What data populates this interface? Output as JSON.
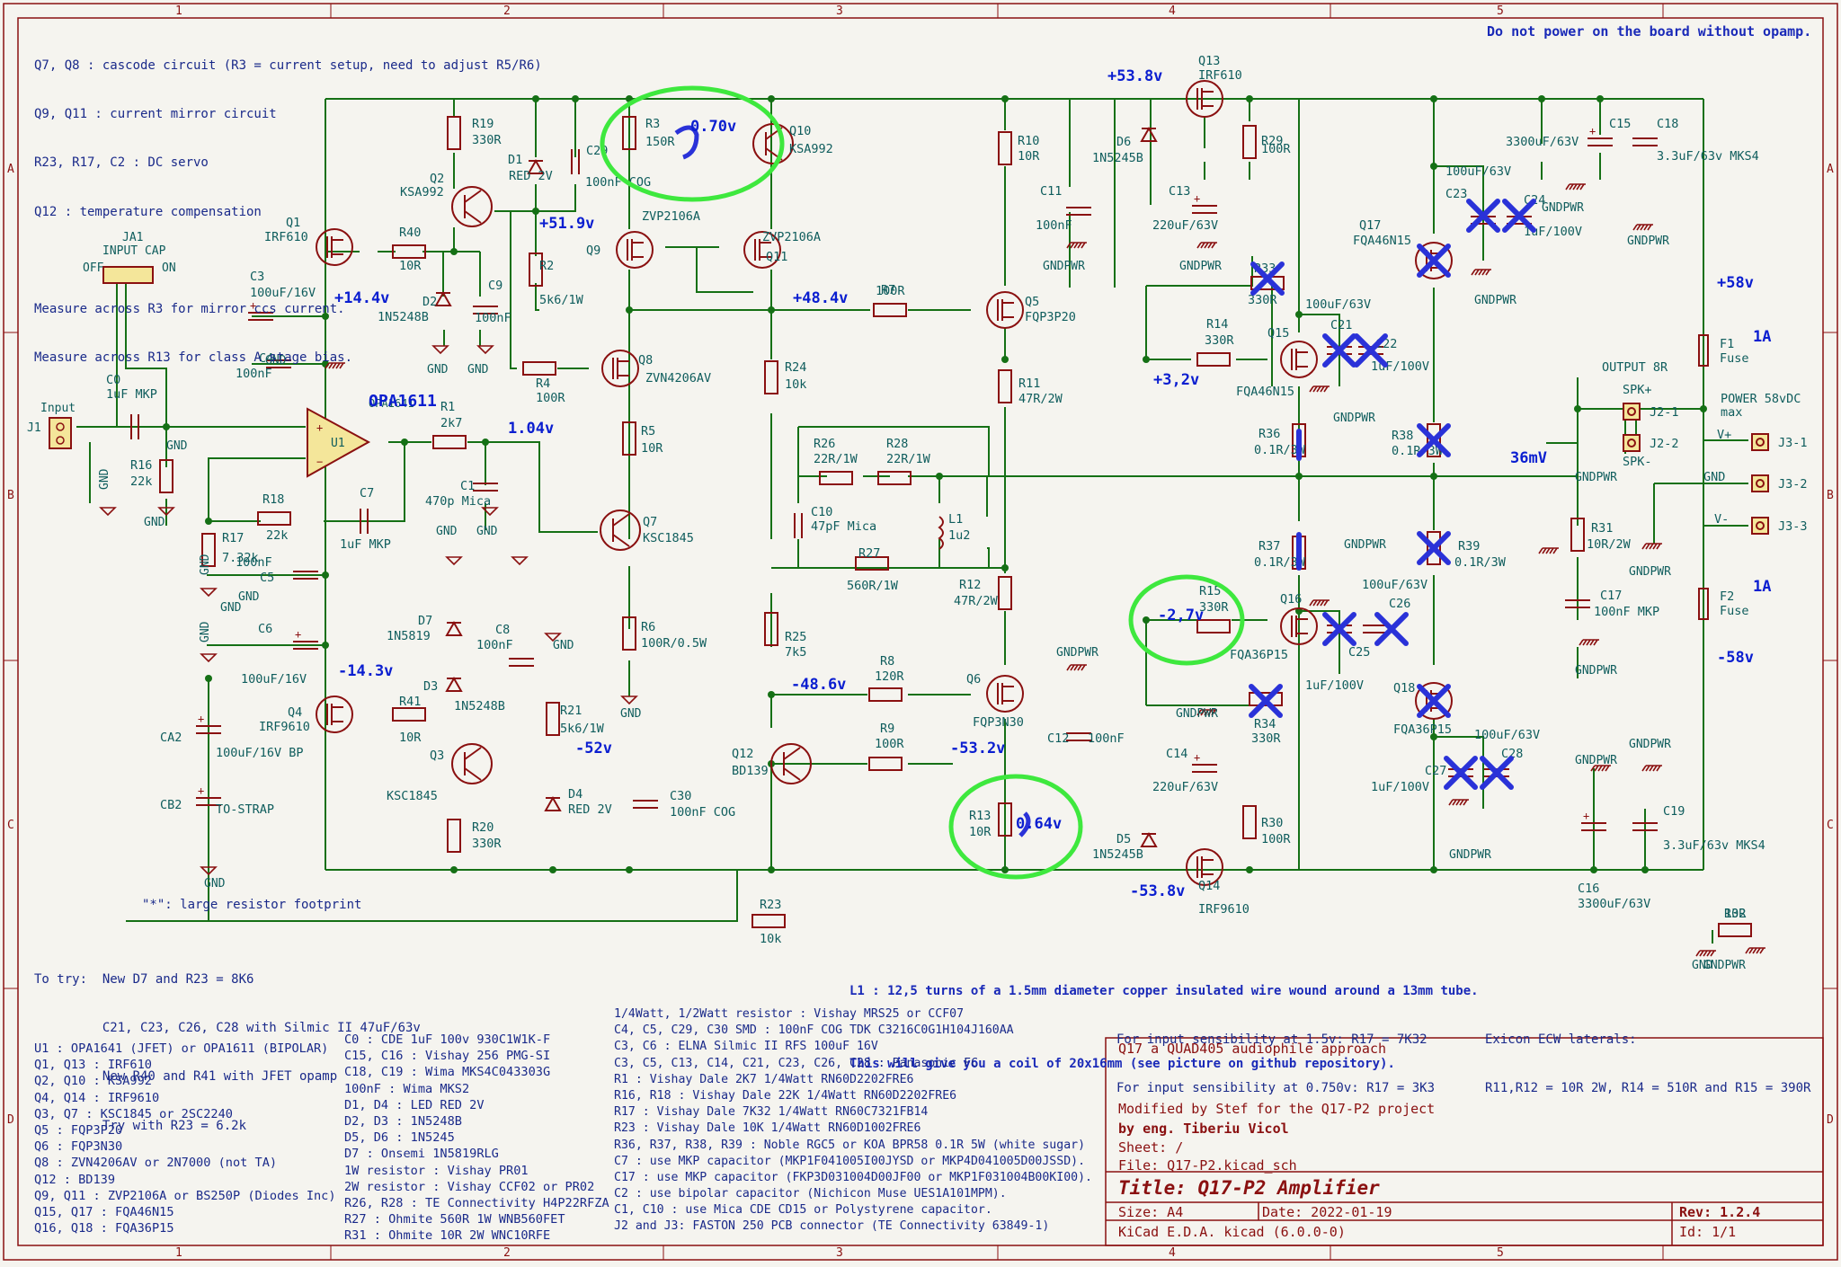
{
  "border": {
    "cols": [
      "1",
      "2",
      "3",
      "4",
      "5"
    ],
    "rows": [
      "A",
      "B",
      "C",
      "D"
    ]
  },
  "warning": "Do not power on the board without opamp.",
  "notes_top": [
    "Q7, Q8 : cascode circuit (R3 = current setup, need to adjust R5/R6)",
    "Q9, Q11 : current mirror circuit",
    "R23, R17, C2 : DC servo",
    "Q12 : temperature compensation",
    "",
    "Measure across R3 for mirror ccs current.",
    "Measure across R13 for class A stage bias."
  ],
  "footprint_note": "\"*\": large resistor footprint",
  "to_try": [
    "To try:  New D7 and R23 = 8K6",
    "         C21, C23, C26, C28 with Silmic II 47uF/63v",
    "         New R40 and R41 with JFET opamp",
    "         Try with R23 = 6.2k"
  ],
  "l1_note": [
    "L1 : 12,5 turns of a 1.5mm diameter copper insulated wire wound around a 13mm tube.",
    "This will give you a coil of 20x16mm (see picture on github repository)."
  ],
  "sensibility": [
    "For input sensibility at 1.5v: R17 = 7K32",
    "For input sensibility at 0.750v: R17 = 3K3"
  ],
  "exicon": [
    "Exicon ECW laterals:",
    "R11,R12 = 10R 2W, R14 = 510R and R15 = 390R"
  ],
  "bom_col1": [
    "U1 : OPA1641 (JFET) or OPA1611 (BIPOLAR)",
    "Q1, Q13 : IRF610",
    "Q2, Q10 : KSA992",
    "Q4, Q14 : IRF9610",
    "Q3, Q7 : KSC1845 or 2SC2240",
    "Q5 : FQP3P20",
    "Q6 : FQP3N30",
    "Q8 : ZVN4206AV or 2N7000 (not TA)",
    "Q12 : BD139",
    "Q9, Q11 : ZVP2106A or BS250P (Diodes Inc)",
    "Q15, Q17 : FQA46N15",
    "Q16, Q18 : FQA36P15"
  ],
  "bom_col2": [
    "C0 : CDE 1uF 100v 930C1W1K-F",
    "C15, C16 : Vishay 256 PMG-SI",
    "C18, C19 : Wima MKS4C043303G",
    "100nF : Wima MKS2",
    "D1, D4 : LED RED 2V",
    "D2, D3 : 1N5248B",
    "D5, D6 : 1N5245",
    "D7 : Onsemi 1N5819RLG",
    "1W resistor : Vishay PR01",
    "2W resistor : Vishay CCF02 or PR02",
    "R26, R28 : TE Connectivity H4P22RFZA",
    "R27 : Ohmite 560R 1W WNB560FET",
    "R31 : Ohmite 10R 2W WNC10RFE"
  ],
  "bom_col3": [
    "1/4Watt, 1/2Watt resistor : Vishay MRS25 or CCF07",
    "C4, C5, C29, C30 SMD : 100nF COG TDK C3216C0G1H104J160AA",
    "C3, C6 : ELNA Silmic II RFS 100uF 16V",
    "C3, C5, C13, C14, C21, C23, C26, C28 : Panasonic FC",
    "R1 : Vishay Dale 2K7 1/4Watt RN60D2202FRE6",
    "R16, R18 : Vishay Dale 22K 1/4Watt RN60D2202FRE6",
    "R17 : Vishay Dale 7K32 1/4Watt RN60C7321FB14",
    "R23 : Vishay Dale 10K 1/4Watt RN60D1002FRE6",
    "R36, R37, R38, R39 : Noble RGC5 or KOA BPR58 0.1R 5W (white sugar)",
    "C7 : use MKP capacitor (MKP1F041005I00JYSD or MKP4D041005D00JSSD).",
    "C17 : use MKP capacitor (FKP3D031004D00JF00 or MKP1F031004B00KI00).",
    "C2 : use bipolar capacitor (Nichicon Muse UES1A101MPM).",
    "C1, C10 : use Mica CDE CD15 or Polystyrene capacitor.",
    "J2 and J3: FASTON 250 PCB connector (TE Connectivity 63849-1)"
  ],
  "title_block": {
    "comment1": "Q17 a QUAD405 audiophile approach",
    "comment2": "Modified by Stef for the Q17-P2 project",
    "comment3": "by eng. Tiberiu Vicol",
    "sheet": "Sheet: /",
    "file": "File: Q17-P2.kicad_sch",
    "title": "Title: Q17-P2 Amplifier",
    "size": "Size: A4",
    "date": "Date: 2022-01-19",
    "rev": "Rev: 1.2.4",
    "tool": "KiCad E.D.A.  kicad (6.0.0-0)",
    "id": "Id: 1/1"
  },
  "voltages": {
    "v538": "+53.8v",
    "v519": "+51.9v",
    "v144": "+14.4v",
    "v484": "+48.4v",
    "v104": "1.04v",
    "v143": "-14.3v",
    "v52": "-52v",
    "v486": "-48.6v",
    "v532": "-53.2v",
    "v538n": "-53.8v",
    "v32": "+3,2v",
    "v27": "-2,7v",
    "v58": "+58v",
    "v58n": "-58v",
    "i1a": "1A",
    "i1b": "1A",
    "mv36": "36mV",
    "r3v": "0.70v",
    "r13v": "0.64v"
  },
  "labels": {
    "opamp_big": "OPA1611",
    "opamp_small": "OPA1641",
    "u1": "U1",
    "ja1": "JA1",
    "inputcap": "INPUT CAP",
    "off": "OFF",
    "on": "ON",
    "input": "Input",
    "j1": "J1",
    "output8r": "OUTPUT 8R",
    "spkp": "SPK+",
    "spkm": "SPK-",
    "j21": "J2-1",
    "j22": "J2-2",
    "j31": "J3-1",
    "j32": "J3-2",
    "j33": "J3-3",
    "power": "POWER 58vDC",
    "max": "max",
    "vp": "V+",
    "vm": "V-",
    "gnd": "GND",
    "gndpwr": "GNDPWR",
    "tostrap": "TO-STRAP"
  },
  "components": {
    "r19": [
      "R19",
      "330R"
    ],
    "r40": [
      "R40",
      "10R"
    ],
    "r3": [
      "R3",
      "150R"
    ],
    "r2": [
      "R2",
      "5k6/1W"
    ],
    "r4": [
      "R4",
      "100R"
    ],
    "r7": [
      "R7",
      "100R"
    ],
    "r10": [
      "R10",
      "10R"
    ],
    "r29": [
      "R29",
      "100R"
    ],
    "r14": [
      "R14",
      "330R"
    ],
    "r33": [
      "R33",
      "330R"
    ],
    "r11": [
      "R11",
      "47R/2W"
    ],
    "r24": [
      "R24",
      "10k"
    ],
    "r5": [
      "R5",
      "10R"
    ],
    "r6": [
      "R6",
      "100R/0.5W"
    ],
    "r1": [
      "R1",
      "2k7"
    ],
    "r18": [
      "R18",
      "22k"
    ],
    "r17": [
      "R17",
      "7.32k"
    ],
    "r16": [
      "R16",
      "22k"
    ],
    "r26": [
      "R26",
      "22R/1W"
    ],
    "r28": [
      "R28",
      "22R/1W"
    ],
    "r27": [
      "R27",
      "560R/1W"
    ],
    "r12": [
      "R12",
      "47R/2W"
    ],
    "r25": [
      "R25",
      "7k5"
    ],
    "r8": [
      "R8",
      "120R"
    ],
    "r9": [
      "R9",
      "100R"
    ],
    "r41": [
      "R41",
      "10R"
    ],
    "r21": [
      "R21",
      "5k6/1W"
    ],
    "r20": [
      "R20",
      "330R"
    ],
    "r13": [
      "R13",
      "10R"
    ],
    "r30": [
      "R30",
      "100R"
    ],
    "r15": [
      "R15",
      "330R"
    ],
    "r34": [
      "R34",
      "330R"
    ],
    "r36": [
      "R36",
      "0.1R/3W"
    ],
    "r37": [
      "R37",
      "0.1R/3W"
    ],
    "r38": [
      "R38",
      "0.1R/3W"
    ],
    "r39": [
      "R39",
      "0.1R/3W"
    ],
    "r31": [
      "R31",
      "10R/2W"
    ],
    "r23": [
      "R23",
      "10k"
    ],
    "r32": [
      "R32",
      "10R"
    ],
    "c29": [
      "C29",
      "100nF COG"
    ],
    "c3": [
      "C3",
      "100uF/16V"
    ],
    "c4": [
      "C4",
      "100nF"
    ],
    "c0": [
      "C0",
      "1uF MKP"
    ],
    "c9": [
      "C9",
      "100nF"
    ],
    "c1": [
      "C1",
      "470p Mica"
    ],
    "c7": [
      "C7",
      "1uF MKP"
    ],
    "c5": [
      "C5",
      "100nF"
    ],
    "c6": [
      "C6",
      "100uF/16V"
    ],
    "c8": [
      "C8",
      "100nF"
    ],
    "ca2": [
      "CA2",
      "100uF/16V BP"
    ],
    "cb2": [
      "CB2",
      ""
    ],
    "c30": [
      "C30",
      "100nF COG"
    ],
    "c10": [
      "C10",
      "47pF Mica"
    ],
    "c11": [
      "C11",
      "100nF"
    ],
    "c13": [
      "C13",
      "220uF/63V"
    ],
    "c12": [
      "C12",
      "100nF"
    ],
    "c14": [
      "C14",
      "220uF/63V"
    ],
    "c21": [
      "C21",
      "100uF/63V"
    ],
    "c22": [
      "C22",
      "1uF/100V"
    ],
    "c23": [
      "C23",
      "100uF/63V"
    ],
    "c24": [
      "C24",
      "1uF/100V"
    ],
    "c15": [
      "C15",
      "3300uF/63V"
    ],
    "c18": [
      "C18",
      "3.3uF/63v MKS4"
    ],
    "c25": [
      "C25",
      "1uF/100V"
    ],
    "c26": [
      "C26",
      "100uF/63V"
    ],
    "c27": [
      "C27",
      "1uF/100V"
    ],
    "c28": [
      "C28",
      "100uF/63V"
    ],
    "c16": [
      "C16",
      "3300uF/63V"
    ],
    "c19": [
      "C19",
      "3.3uF/63v MKS4"
    ],
    "c17": [
      "C17",
      "100nF MKP"
    ],
    "q1": [
      "Q1",
      "IRF610"
    ],
    "q2": [
      "Q2",
      "KSA992"
    ],
    "q3": [
      "Q3",
      "KSC1845"
    ],
    "q4": [
      "Q4",
      "IRF9610"
    ],
    "q5": [
      "Q5",
      "FQP3P20"
    ],
    "q6": [
      "Q6",
      "FQP3N30"
    ],
    "q7": [
      "Q7",
      "KSC1845"
    ],
    "q8": [
      "Q8",
      "ZVN4206AV"
    ],
    "q9": [
      "Q9",
      "ZVP2106A"
    ],
    "q10": [
      "Q10",
      "KSA992"
    ],
    "q11": [
      "Q11",
      "ZVP2106A"
    ],
    "q12": [
      "Q12",
      "BD139"
    ],
    "q13": [
      "Q13",
      "IRF610"
    ],
    "q14": [
      "Q14",
      "IRF9610"
    ],
    "q15": [
      "Q15",
      "FQA46N15"
    ],
    "q16": [
      "Q16",
      "FQA36P15"
    ],
    "q17": [
      "Q17",
      "FQA46N15"
    ],
    "q18": [
      "Q18",
      "FQA36P15"
    ],
    "d1": [
      "D1",
      "RED 2V"
    ],
    "d2": [
      "D2",
      "1N5248B"
    ],
    "d3": [
      "D3",
      "1N5248B"
    ],
    "d4": [
      "D4",
      "RED 2V"
    ],
    "d5": [
      "D5",
      "1N5245B"
    ],
    "d6": [
      "D6",
      "1N5245B"
    ],
    "d7": [
      "D7",
      "1N5819"
    ],
    "l1": [
      "L1",
      "1u2"
    ],
    "f1": [
      "F1",
      "Fuse"
    ],
    "f2": [
      "F2",
      "Fuse"
    ]
  }
}
